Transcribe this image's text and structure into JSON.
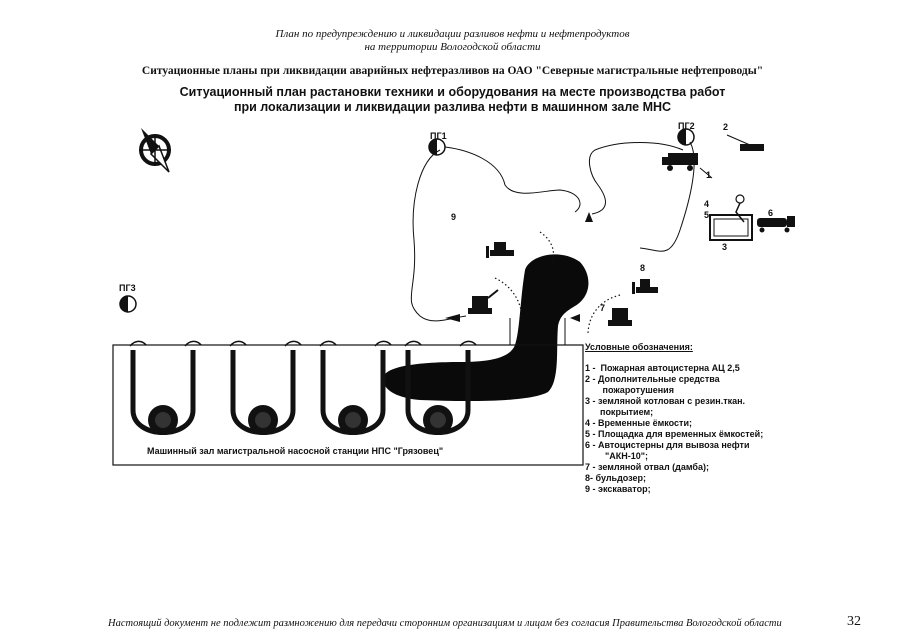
{
  "header": {
    "line1": "План по предупреждению и ликвидации разливов нефти и нефтепродуктов",
    "line2": "на территории Вологодской области",
    "subtitle": "Ситуационные планы при ликвидации аварийных нефтеразливов на ОАО \"Северные магистральные нефтепроводы\""
  },
  "title": {
    "line1": "Ситуационный план растановки техники и оборудования на месте производства работ",
    "line2": "при локализации и ликвидации разлива нефти в машинном зале МНС"
  },
  "diagram": {
    "hydrants": [
      "ПГ1",
      "ПГ2",
      "ПГ3"
    ],
    "numbers": {
      "n1": "1",
      "n2": "2",
      "n3": "3",
      "n4": "4",
      "n5": "5",
      "n6": "6",
      "n7": "7",
      "n8": "8",
      "n9": "9"
    },
    "hall_label": "Машинный зал магистральной насосной станции НПС \"Грязовец\""
  },
  "legend": {
    "title": "Условные обозначения:",
    "items": [
      "1 -  Пожарная автоцистерна АЦ 2,5",
      "2 - Дополнительные средства\n       пожаротушения",
      "3 - земляной котлован с резин.ткан.\n      покрытием;",
      "4 - Временные ёмкости;",
      "5 - Площадка для временных ёмкостей;",
      "6 - Автоцистерны для вывоза нефти\n        \"АКН-10\";",
      "7 - земляной отвал (дамба);",
      "8- бульдозер;",
      "9 - экскаватор;"
    ]
  },
  "footer": {
    "text": "Настоящий документ не подлежит размножению для передачи сторонним организациям и лицам без согласия Правительства Вологодской области",
    "page": "32"
  },
  "colors": {
    "ink": "#111111",
    "spill": "#0a0a0a",
    "paper": "#ffffff"
  }
}
